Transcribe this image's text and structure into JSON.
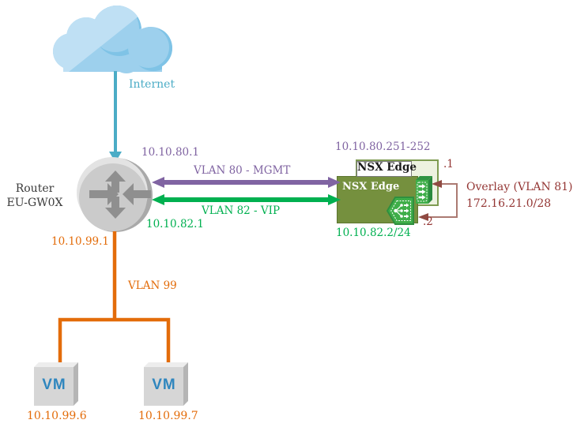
{
  "colors": {
    "internet_blue": "#4bacc6",
    "mgmt_purple": "#8064a2",
    "vip_green": "#00b050",
    "vlan99_orange": "#e36c0a",
    "overlay_maroon": "#943634",
    "nsx_olive": "#75903e",
    "nsx_icon_green": "#3fae49",
    "vm_text_blue": "#2f86be"
  },
  "cloud": {
    "label": "Internet"
  },
  "router": {
    "title": "Router",
    "hostname": "EU-GW0X",
    "mgmt_ip": "10.10.80.1",
    "vip_ip": "10.10.82.1",
    "vlan99_ip": "10.10.99.1"
  },
  "links": {
    "mgmt": {
      "label": "VLAN 80 - MGMT"
    },
    "vip": {
      "label": "VLAN 82 - VIP"
    },
    "vlan99": {
      "label": "VLAN 99"
    },
    "overlay": {
      "label": "Overlay (VLAN 81)",
      "subnet": "172.16.21.0/28",
      "endpoint_top": ".1",
      "endpoint_bottom": ".2"
    }
  },
  "nsx": {
    "back_label": "NSX Edge",
    "front_label": "NSX Edge",
    "mgmt_range": "10.10.80.251-252",
    "vip_ip": "10.10.82.2/24"
  },
  "vms": [
    {
      "label": "VM",
      "ip": "10.10.99.6"
    },
    {
      "label": "VM",
      "ip": "10.10.99.7"
    }
  ]
}
